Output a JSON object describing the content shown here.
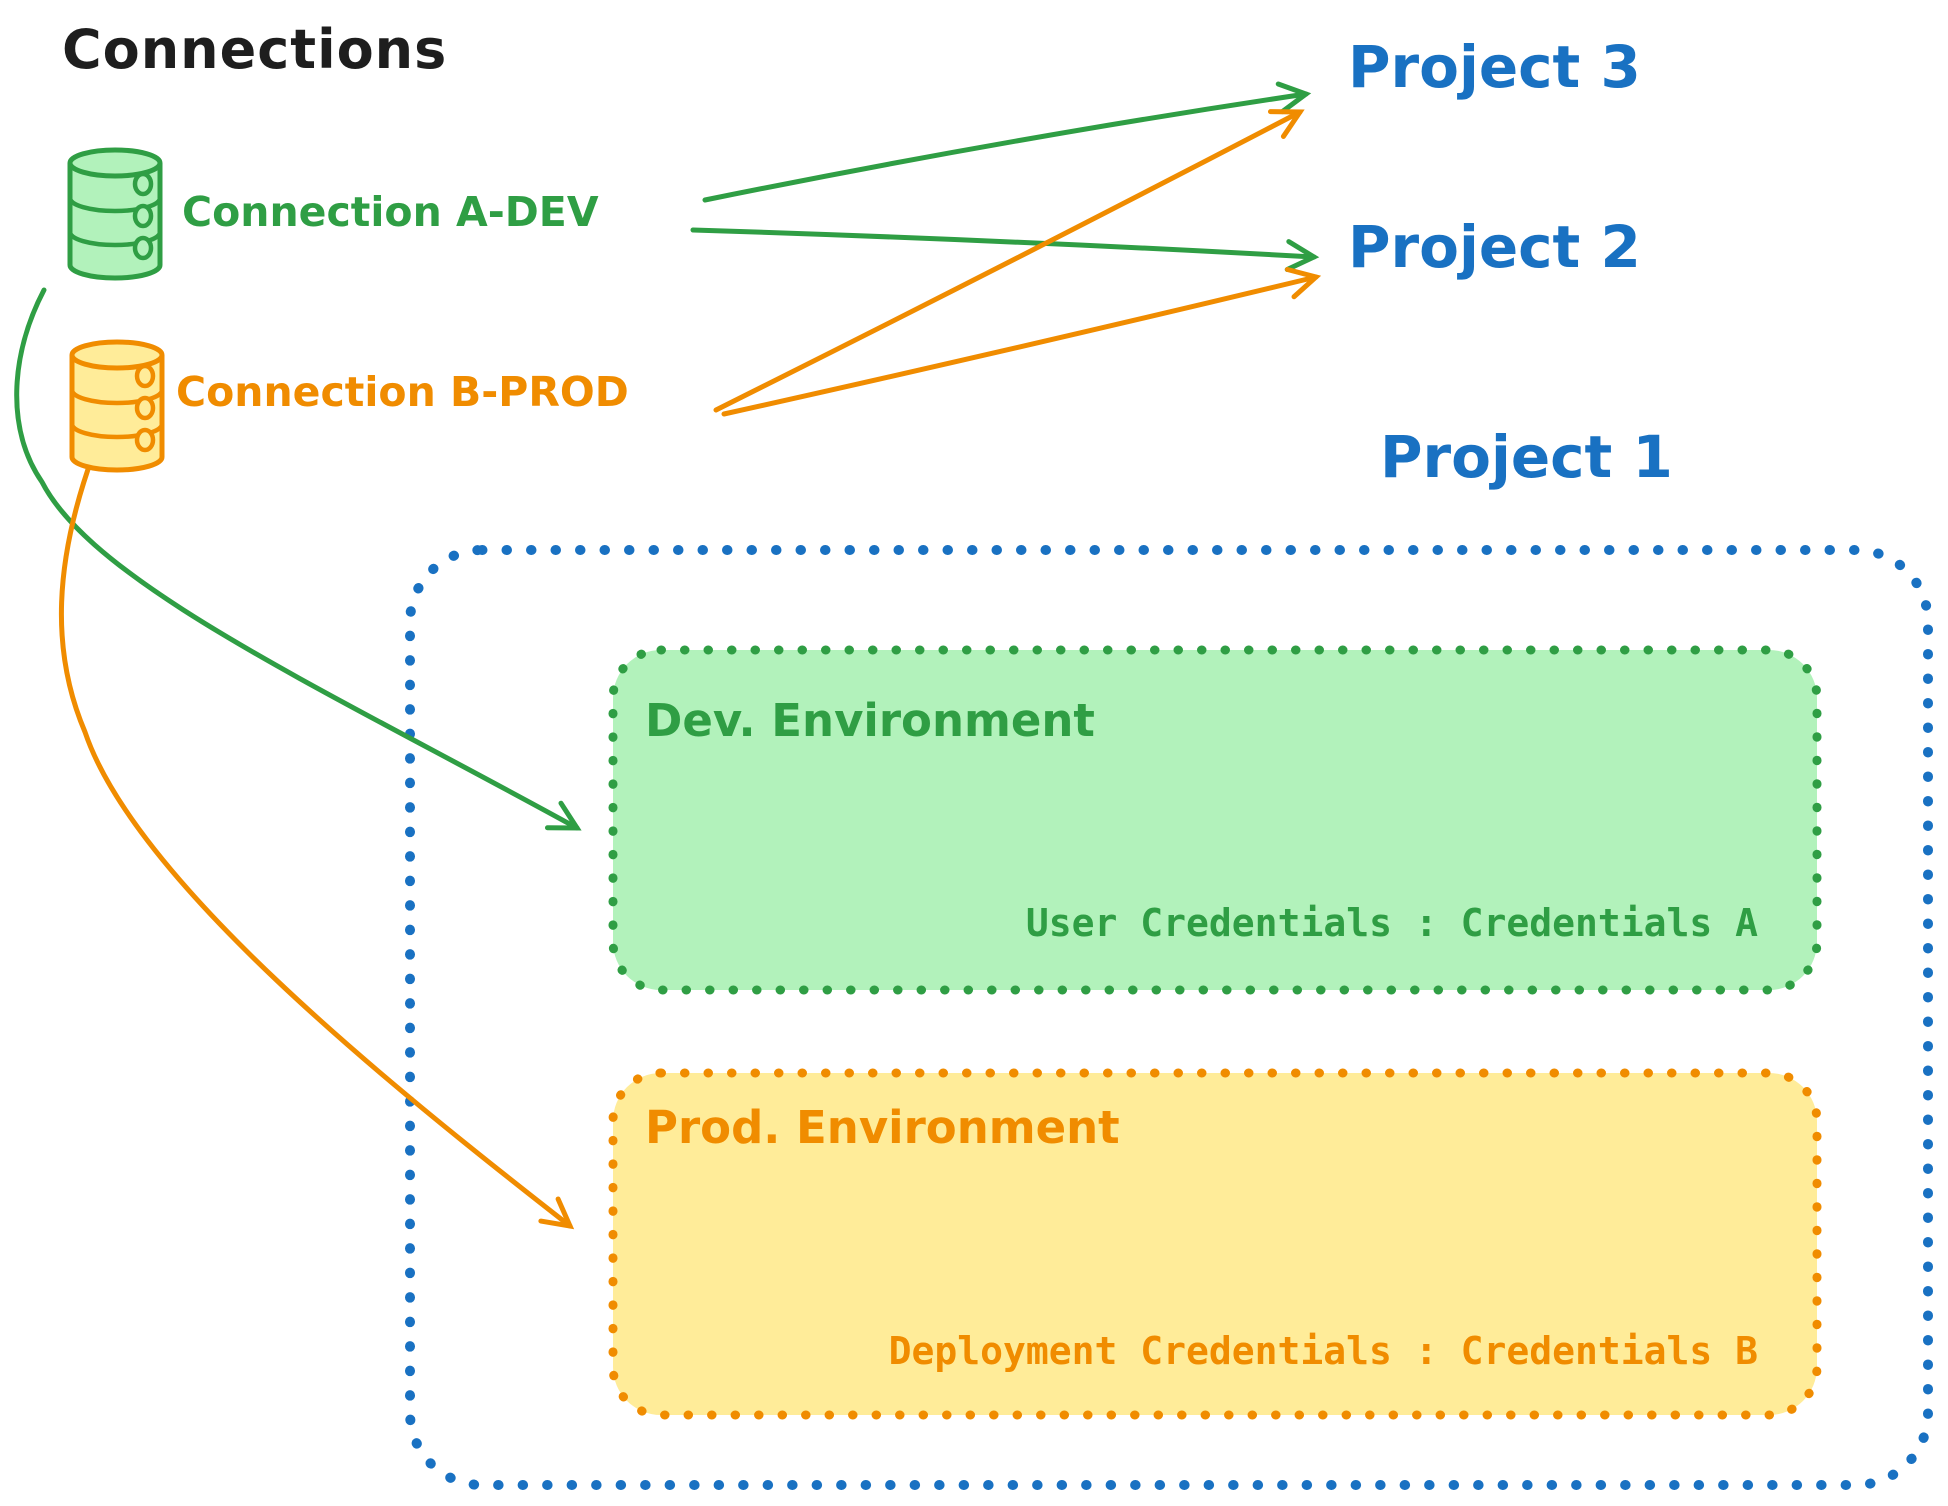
{
  "title": "Connections",
  "connections": [
    {
      "label": "Connection A-DEV",
      "icon": "database-icon",
      "stroke": "#2f9e44",
      "fill": "#b2f2bb"
    },
    {
      "label": "Connection B-PROD",
      "icon": "database-icon",
      "stroke": "#f08c00",
      "fill": "#ffec99"
    }
  ],
  "projects": [
    {
      "label": "Project 3"
    },
    {
      "label": "Project 2"
    },
    {
      "label": "Project 1"
    }
  ],
  "environments": [
    {
      "title": "Dev. Environment",
      "credentials": "User Credentials : Credentials A"
    },
    {
      "title": "Prod. Environment",
      "credentials": "Deployment Credentials : Credentials B"
    }
  ],
  "colors": {
    "black": "#1e1e1e",
    "green": "#2f9e44",
    "green_fill": "#b2f2bb",
    "orange": "#f08c00",
    "orange_fill": "#ffec99",
    "blue": "#1971c2"
  }
}
